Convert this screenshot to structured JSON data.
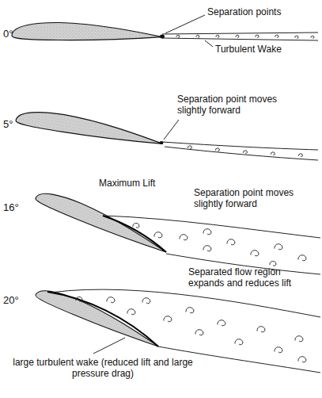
{
  "diagram": {
    "labels": [
      "0°",
      "Separation points",
      "Turbulent Wake",
      "5°",
      "Separation point moves slightly forward",
      "Maximum Lift",
      "16°",
      "Separation point moves slightly forward",
      "20°",
      "Separated flow region expands and reduces lift",
      "large turbulent wake (reduced lift and large pressure drag)"
    ]
  }
}
